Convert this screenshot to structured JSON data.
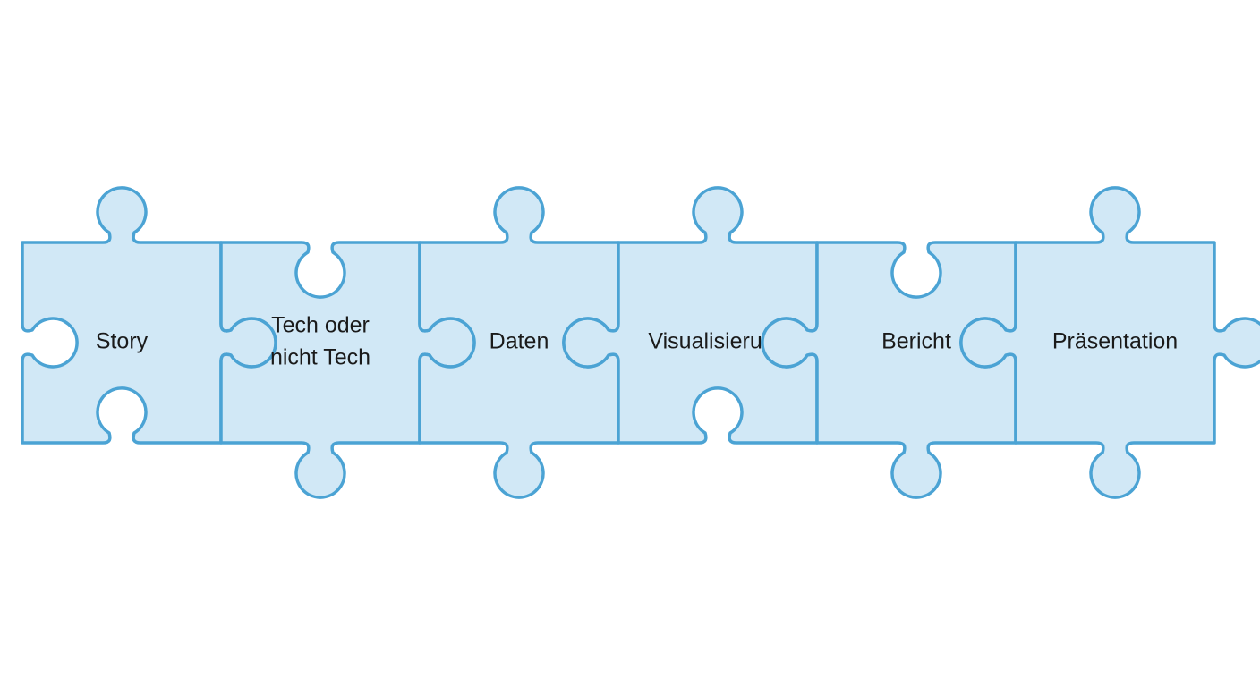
{
  "diagram": {
    "pieces": [
      {
        "lines": [
          "Story"
        ],
        "left": "blank",
        "top": "tab",
        "right": "tab",
        "bottom": "blank"
      },
      {
        "lines": [
          "Tech oder",
          "nicht Tech"
        ],
        "left": "blank",
        "top": "blank",
        "right": "tab",
        "bottom": "tab"
      },
      {
        "lines": [
          "Daten"
        ],
        "left": "blank",
        "top": "tab",
        "right": "blank",
        "bottom": "tab"
      },
      {
        "lines": [
          "Visualisierung"
        ],
        "left": "tab",
        "top": "tab",
        "right": "blank",
        "bottom": "blank"
      },
      {
        "lines": [
          "Bericht"
        ],
        "left": "tab",
        "top": "blank",
        "right": "blank",
        "bottom": "tab"
      },
      {
        "lines": [
          "Präsentation"
        ],
        "left": "tab",
        "top": "tab",
        "right": "tab",
        "bottom": "tab"
      }
    ],
    "colors": {
      "fill": "#d1e8f6",
      "stroke": "#4ba3d4",
      "text": "#1a1a1a",
      "background": "#ffffff"
    }
  }
}
